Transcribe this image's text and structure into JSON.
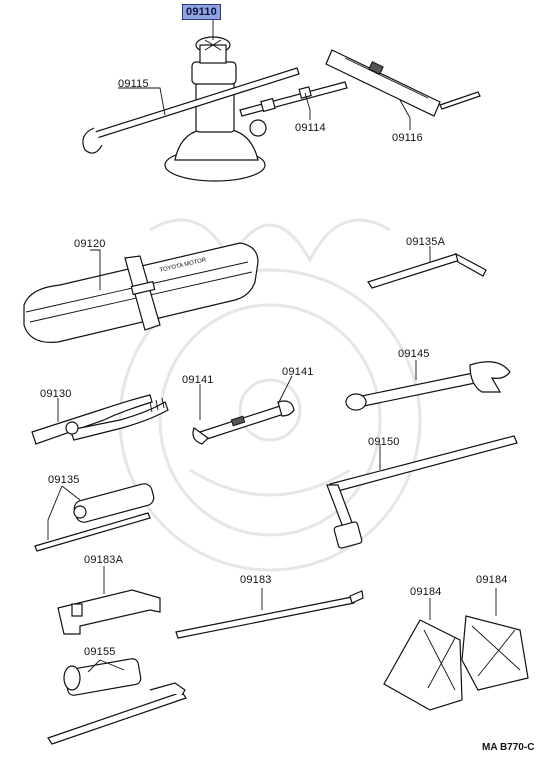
{
  "diagram": {
    "highlighted_part": "09110",
    "parts": [
      {
        "id": "p09110",
        "label": "09110"
      },
      {
        "id": "p09115",
        "label": "09115"
      },
      {
        "id": "p09114",
        "label": "09114"
      },
      {
        "id": "p09116",
        "label": "09116"
      },
      {
        "id": "p09120",
        "label": "09120"
      },
      {
        "id": "p09135A",
        "label": "09135A"
      },
      {
        "id": "p09130",
        "label": "09130"
      },
      {
        "id": "p09141a",
        "label": "09141"
      },
      {
        "id": "p09141b",
        "label": "09141"
      },
      {
        "id": "p09145",
        "label": "09145"
      },
      {
        "id": "p09150",
        "label": "09150"
      },
      {
        "id": "p09135",
        "label": "09135"
      },
      {
        "id": "p09183A",
        "label": "09183A"
      },
      {
        "id": "p09183",
        "label": "09183"
      },
      {
        "id": "p09184a",
        "label": "09184"
      },
      {
        "id": "p09184b",
        "label": "09184"
      },
      {
        "id": "p09155",
        "label": "09155"
      }
    ],
    "drawing_code": "MA B770-C"
  },
  "colors": {
    "highlight_fill": "#8fa3de",
    "highlight_border": "#2a3a78",
    "line": "#111111",
    "watermark": "#e6e6e6"
  }
}
